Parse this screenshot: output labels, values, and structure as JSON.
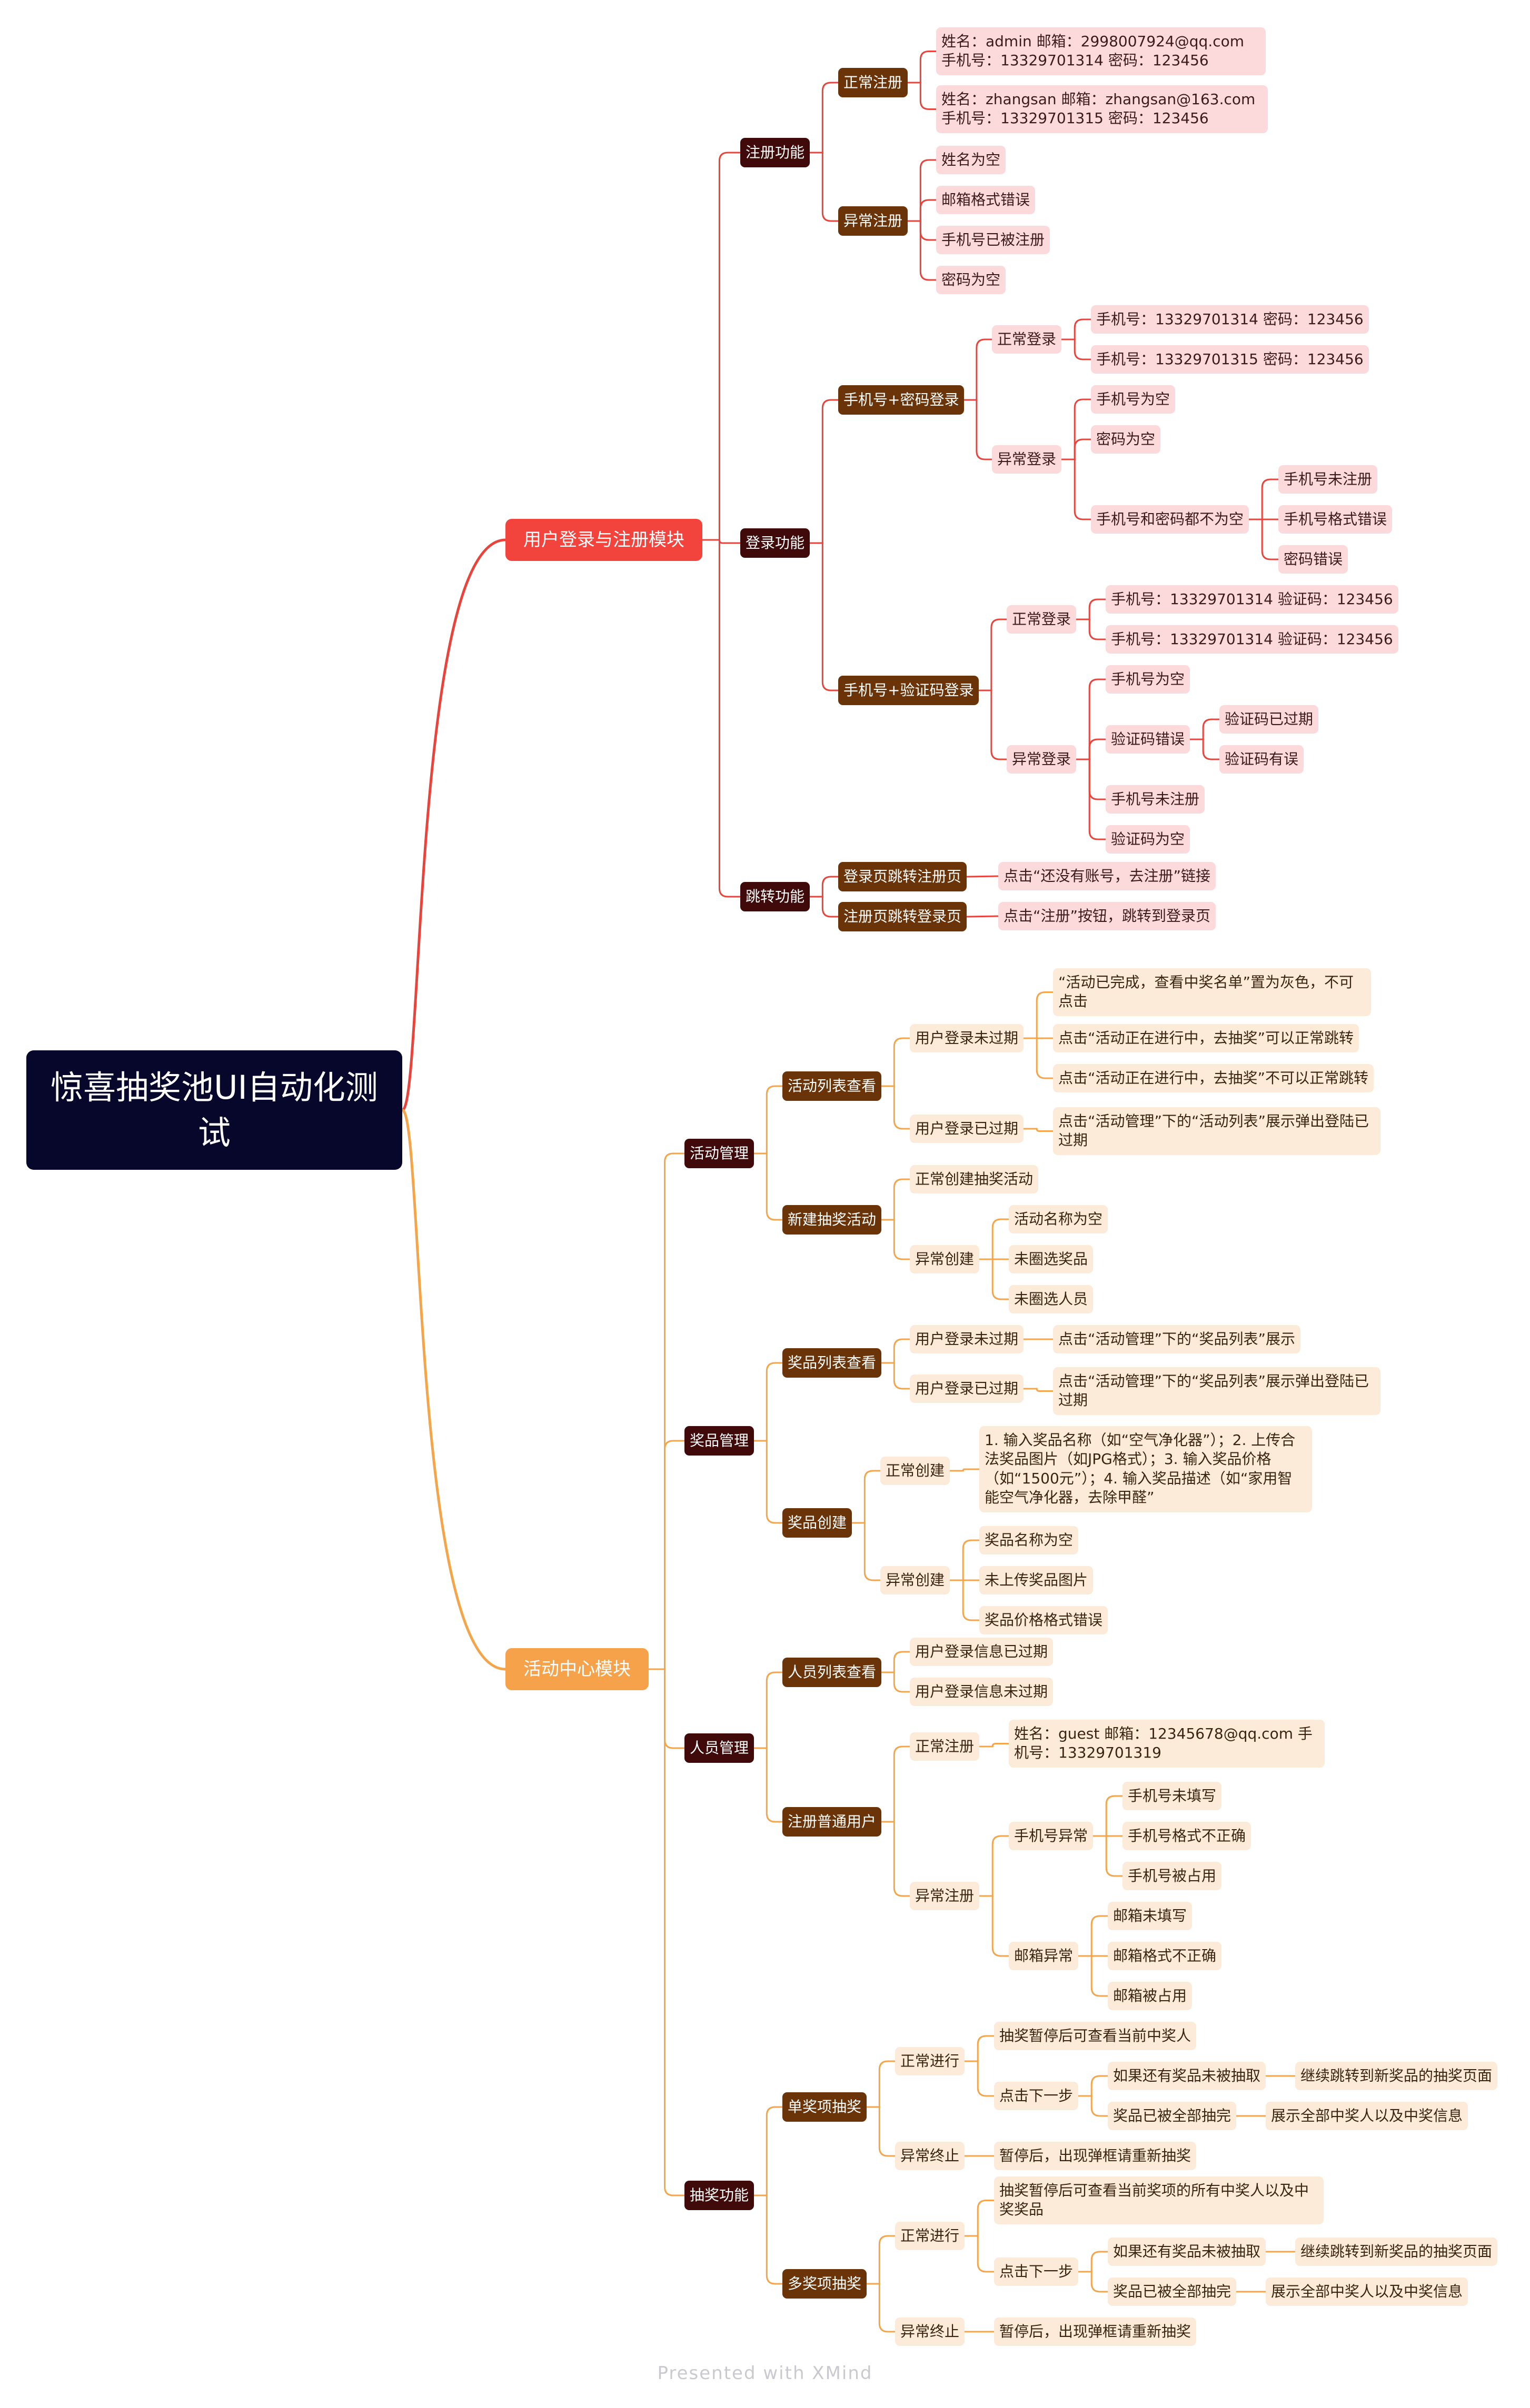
{
  "title": "惊喜抽奖池UI自动化测试",
  "footer": "Presented with XMind",
  "colors": {
    "root": "#06072a",
    "branch_login": "#f2433d",
    "branch_activity": "#f5a24a",
    "category": "#3f0a09",
    "subcategory": "#6a3408",
    "leaf_login": "#fcdadc",
    "leaf_activity": "#fdebd9"
  },
  "login": {
    "label": "用户登录与注册模块",
    "register": {
      "label": "注册功能",
      "normal": {
        "label": "正常注册",
        "cases": [
          "姓名：admin 邮箱：2998007924@qq.com  手机号：13329701314 密码：123456",
          "姓名：zhangsan 邮箱：zhangsan@163.com  手机号：13329701315 密码：123456"
        ]
      },
      "abnormal": {
        "label": "异常注册",
        "cases": [
          "姓名为空",
          "邮箱格式错误",
          "手机号已被注册",
          "密码为空"
        ]
      }
    },
    "login_fn": {
      "label": "登录功能",
      "pwd": {
        "label": "手机号+密码登录",
        "normal": {
          "label": "正常登录",
          "cases": [
            "手机号：13329701314 密码：123456",
            "手机号：13329701315 密码：123456"
          ]
        },
        "abnormal": {
          "label": "异常登录",
          "cases": [
            "手机号为空",
            "密码为空"
          ],
          "both": {
            "label": "手机号和密码都不为空",
            "cases": [
              "手机号未注册",
              "手机号格式错误",
              "密码错误"
            ]
          }
        }
      },
      "code": {
        "label": "手机号+验证码登录",
        "normal": {
          "label": "正常登录",
          "cases": [
            "手机号：13329701314 验证码：123456",
            "手机号：13329701314 验证码：123456"
          ]
        },
        "abnormal": {
          "label": "异常登录",
          "empty": "手机号为空",
          "wrong": {
            "label": "验证码错误",
            "cases": [
              "验证码已过期",
              "验证码有误"
            ]
          },
          "unreg": "手机号未注册",
          "code_empty": "验证码为空"
        }
      }
    },
    "jump": {
      "label": "跳转功能",
      "to_reg": {
        "label": "登录页跳转注册页",
        "case": "点击“还没有账号，去注册”链接"
      },
      "to_login": {
        "label": "注册页跳转登录页",
        "case": "点击“注册”按钮，跳转到登录页"
      }
    }
  },
  "activity": {
    "label": "活动中心模块",
    "manage": {
      "label": "活动管理",
      "list": {
        "label": "活动列表查看",
        "valid": {
          "label": "用户登录未过期",
          "cases": [
            "“活动已完成，查看中奖名单”置为灰色，不可点击",
            "点击“活动正在进行中，去抽奖”可以正常跳转",
            "点击“活动正在进行中，去抽奖”不可以正常跳转"
          ]
        },
        "expired": {
          "label": "用户登录已过期",
          "case": "点击“活动管理”下的“活动列表”展示弹出登陆已过期"
        }
      },
      "create": {
        "label": "新建抽奖活动",
        "normal": "正常创建抽奖活动",
        "abnormal": {
          "label": "异常创建",
          "cases": [
            "活动名称为空",
            "未圈选奖品",
            "未圈选人员"
          ]
        }
      }
    },
    "prize": {
      "label": "奖品管理",
      "list": {
        "label": "奖品列表查看",
        "valid": {
          "label": "用户登录未过期",
          "case": "点击“活动管理”下的“奖品列表”展示"
        },
        "expired": {
          "label": "用户登录已过期",
          "case": "点击“活动管理”下的“奖品列表”展示弹出登陆已过期"
        }
      },
      "create": {
        "label": "奖品创建",
        "normal": {
          "label": "正常创建",
          "case": "1. 输入奖品名称（如“空气净化器”）；2. 上传合法奖品图片（如JPG格式）；3. 输入奖品价格（如“1500元”）；4. 输入奖品描述（如“家用智能空气净化器，去除甲醛”"
        },
        "abnormal": {
          "label": "异常创建",
          "cases": [
            "奖品名称为空",
            "未上传奖品图片",
            "奖品价格格式错误"
          ]
        }
      }
    },
    "people": {
      "label": "人员管理",
      "list": {
        "label": "人员列表查看",
        "cases": [
          "用户登录信息已过期",
          "用户登录信息未过期"
        ]
      },
      "reg": {
        "label": "注册普通用户",
        "normal": {
          "label": "正常注册",
          "case": "姓名：guest 邮箱：12345678@qq.com  手机号：13329701319"
        },
        "abnormal": {
          "label": "异常注册",
          "phone": {
            "label": "手机号异常",
            "cases": [
              "手机号未填写",
              "手机号格式不正确",
              "手机号被占用"
            ]
          },
          "email": {
            "label": "邮箱异常",
            "cases": [
              "邮箱未填写",
              "邮箱格式不正确",
              "邮箱被占用"
            ]
          }
        }
      }
    },
    "draw": {
      "label": "抽奖功能",
      "single": {
        "label": "单奖项抽奖",
        "normal": {
          "label": "正常进行",
          "pause": "抽奖暂停后可查看当前中奖人",
          "next": {
            "label": "点击下一步",
            "remain": {
              "label": "如果还有奖品未被抽取",
              "result": "继续跳转到新奖品的抽奖页面"
            },
            "done": {
              "label": "奖品已被全部抽完",
              "result": "展示全部中奖人以及中奖信息"
            }
          }
        },
        "stop": {
          "label": "异常终止",
          "case": "暂停后，出现弹框请重新抽奖"
        }
      },
      "multi": {
        "label": "多奖项抽奖",
        "normal": {
          "label": "正常进行",
          "pause": "抽奖暂停后可查看当前奖项的所有中奖人以及中奖奖品",
          "next": {
            "label": "点击下一步",
            "remain": {
              "label": "如果还有奖品未被抽取",
              "result": "继续跳转到新奖品的抽奖页面"
            },
            "done": {
              "label": "奖品已被全部抽完",
              "result": "展示全部中奖人以及中奖信息"
            }
          }
        },
        "stop": {
          "label": "异常终止",
          "case": "暂停后，出现弹框请重新抽奖"
        }
      }
    }
  }
}
